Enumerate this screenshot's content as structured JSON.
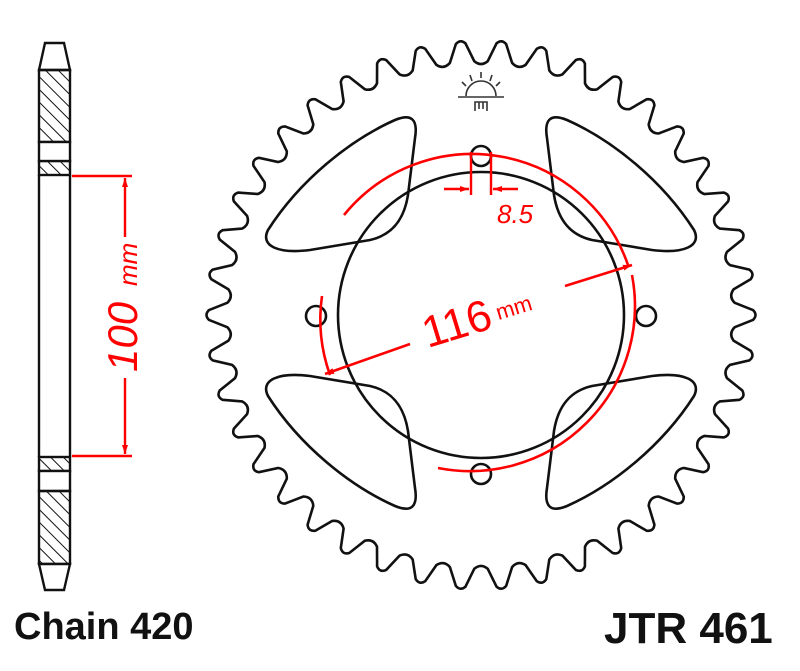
{
  "diagram": {
    "type": "rear-sprocket-technical-drawing",
    "part_number": "JTR 461",
    "chain_label": "Chain 420",
    "teeth_count": 42,
    "bolt_holes": 4,
    "lightening_cutouts": 4,
    "colors": {
      "outline": "#111111",
      "dimension": "#ff0000",
      "background": "#ffffff"
    },
    "dimensions": {
      "center_bore": {
        "value": "100",
        "unit": "mm",
        "label": "100",
        "unit_label": "mm"
      },
      "bolt_circle": {
        "value": "116",
        "unit": "mm",
        "label": "116",
        "unit_label": "mm"
      },
      "bolt_hole_diameter": {
        "value": "8.5",
        "label": "8.5"
      }
    },
    "views": [
      {
        "name": "side-profile",
        "description": "Sprocket cross-section with hatched tooth and hub regions"
      },
      {
        "name": "front-view",
        "description": "Sprocket face with teeth, cutouts, bolt holes and dimensions"
      }
    ],
    "logo": {
      "name": "jt-sun-logo"
    }
  }
}
